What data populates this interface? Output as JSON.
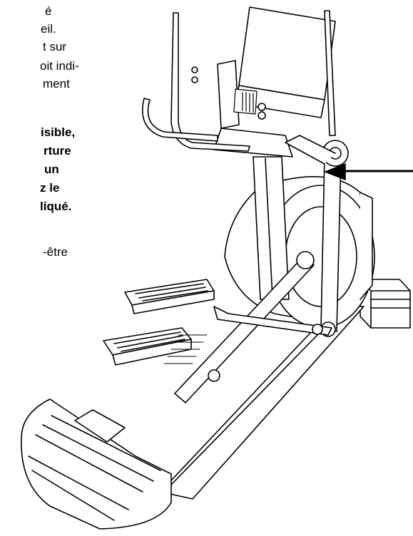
{
  "text_fragment": {
    "lines": [
      {
        "text": "é",
        "bold": false
      },
      {
        "text": "eil.",
        "bold": false
      },
      {
        "text": "t sur",
        "bold": false
      },
      {
        "text": "oit indi-",
        "bold": false
      },
      {
        "text": "ment",
        "bold": false
      },
      {
        "text": "isible,",
        "bold": true
      },
      {
        "text": "rture",
        "bold": true
      },
      {
        "text": "un",
        "bold": true
      },
      {
        "text": "z le",
        "bold": true
      },
      {
        "text": "liqué.",
        "bold": true
      },
      {
        "text": "-être",
        "bold": false
      }
    ]
  },
  "illustration": {
    "subject": "elliptical-trainer",
    "callout": "arrow-pointing-left"
  },
  "colors": {
    "ink": "#000000",
    "paper": "#ffffff"
  }
}
